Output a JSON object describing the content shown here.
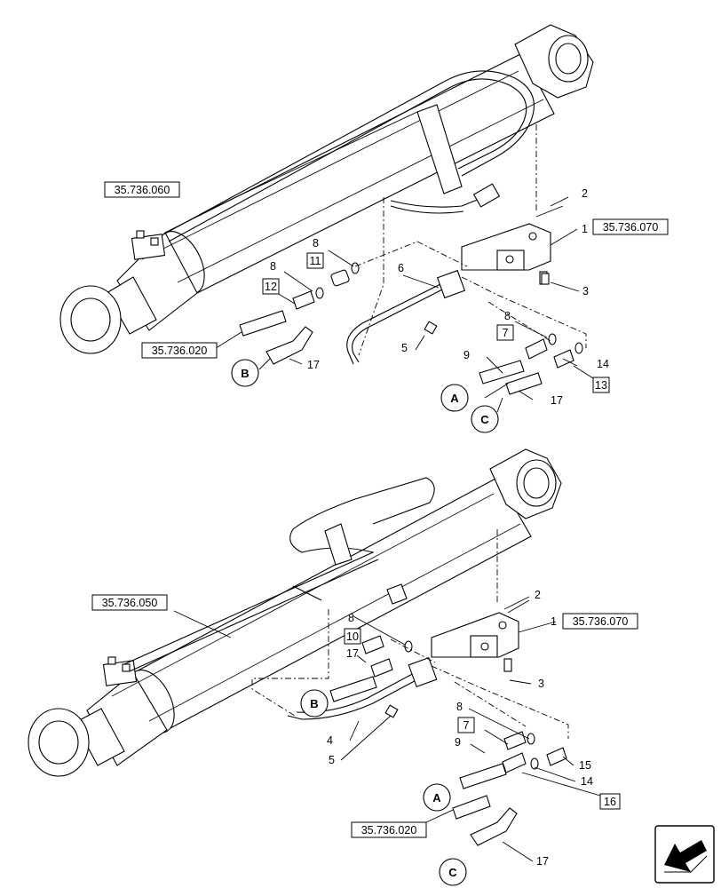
{
  "top": {
    "refs": {
      "cyl": "35.736.060",
      "valve": "35.736.070",
      "hose": "35.736.020"
    },
    "labels": {
      "n1": "1",
      "n2": "2",
      "n3": "3",
      "n5": "5",
      "n6": "6",
      "n8a": "8",
      "n8b": "8",
      "n8c": "8",
      "n9": "9",
      "n14": "14",
      "n17a": "17",
      "n17b": "17"
    },
    "boxed": {
      "b7": "7",
      "b11": "11",
      "b12": "12",
      "b13": "13"
    },
    "circles": {
      "A": "A",
      "B": "B",
      "C": "C"
    }
  },
  "bottom": {
    "refs": {
      "cyl": "35.736.050",
      "valve": "35.736.070",
      "hose": "35.736.020"
    },
    "labels": {
      "n1": "1",
      "n2": "2",
      "n3": "3",
      "n4": "4",
      "n5": "5",
      "n8a": "8",
      "n8b": "8",
      "n9": "9",
      "n14": "14",
      "n15": "15",
      "n17a": "17",
      "n17b": "17"
    },
    "boxed": {
      "b7": "7",
      "b10": "10",
      "b16": "16"
    },
    "circles": {
      "A": "A",
      "B": "B",
      "C": "C"
    }
  },
  "icons": {
    "corner": "next-page-arrow-icon"
  }
}
